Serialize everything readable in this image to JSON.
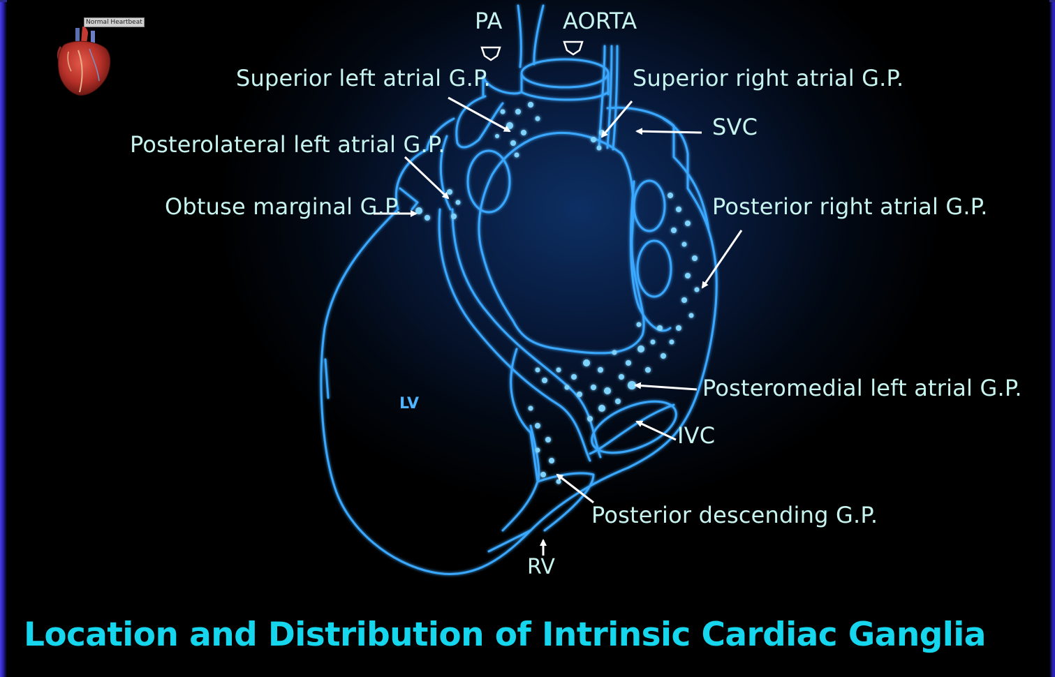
{
  "title": "Location and Distribution of Intrinsic Cardiac Ganglia",
  "thumbnail": {
    "label": "Normal Heartbeat",
    "icon": "heart-illustration-icon"
  },
  "labels": {
    "pa": "PA",
    "aorta": "AORTA",
    "superior_left_atrial": "Superior left atrial G.P.",
    "superior_right_atrial": "Superior right atrial G.P.",
    "svc": "SVC",
    "posterolateral_left_atrial": "Posterolateral left atrial G.P.",
    "obtuse_marginal": "Obtuse marginal G.P.",
    "posterior_right_atrial": "Posterior right atrial G.P.",
    "posteromedial_left_atrial": "Posteromedial left atrial G.P.",
    "ivc": "IVC",
    "posterior_descending": "Posterior descending G.P.",
    "rv": "RV",
    "lv": "LV"
  },
  "colors": {
    "title": "#16d6ee",
    "label_text": "#c8f4ef",
    "heart_outline": "#3aa8ff",
    "ganglia_dots": "#7fd3ff",
    "arrows": "#ffffff",
    "side_border": "#2b23b8"
  }
}
